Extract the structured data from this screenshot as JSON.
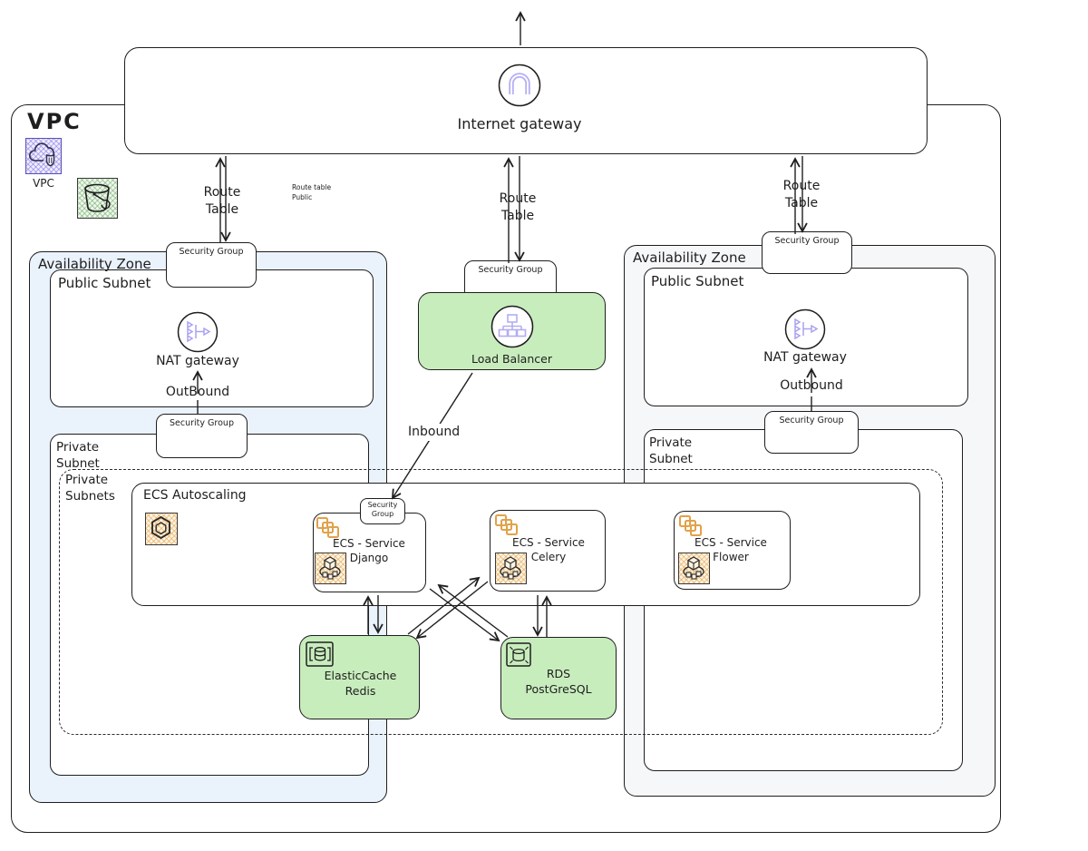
{
  "colors": {
    "line": "#1e1e1e",
    "green_node": "#c8edbd",
    "blue_zone": "#eaf2fc",
    "gray_zone": "#f6f7f9",
    "purple_icon": "#a9a2f0",
    "orange_icon": "#e2a149"
  },
  "icons": {
    "vpc": "cloud-shield-icon",
    "bucket": "s3-bucket-icon",
    "internet_gateway": "gateway-arch-icon",
    "nat_gateway": "nat-router-icon",
    "load_balancer": "load-balancer-tree-icon",
    "ecs_cluster": "ecs-hexagon-icon",
    "ecs_copies": "stacked-squares-icon",
    "ecs_service": "container-service-icon",
    "redis": "cache-database-icon",
    "rds": "relational-database-icon"
  },
  "vpc": {
    "title": "VPC",
    "icon_caption": "VPC"
  },
  "internet_gateway": {
    "label": "Internet gateway"
  },
  "route_table": {
    "line1": "Route",
    "line2": "Table"
  },
  "route_note": {
    "line1": "Route table",
    "line2": "Public"
  },
  "security_group": {
    "label": "Security Group",
    "line1": "Security",
    "line2": "Group"
  },
  "zone_left": {
    "label": "Availability Zone",
    "public_subnet": "Public Subnet",
    "nat_gateway": "NAT gateway",
    "outbound": "OutBound",
    "private_line1": "Private",
    "private_line2": "Subnet"
  },
  "zone_right": {
    "label": "Availability Zone",
    "public_subnet": "Public Subnet",
    "nat_gateway": "NAT gateway",
    "outbound": "Outbound",
    "private_line1": "Private",
    "private_line2": "Subnet"
  },
  "load_balancer": {
    "label": "Load Balancer"
  },
  "flows": {
    "inbound": "Inbound"
  },
  "private_subnets": {
    "line1": "Private",
    "line2": "Subnets"
  },
  "ecs": {
    "autoscaling": "ECS Autoscaling",
    "django": {
      "line1": "ECS - Service",
      "line2": "Django"
    },
    "celery": {
      "line1": "ECS - Service",
      "line2": "Celery"
    },
    "flower": {
      "line1": "ECS - Service",
      "line2": "Flower"
    }
  },
  "datastores": {
    "redis": {
      "line1": "ElasticCache",
      "line2": "Redis"
    },
    "rds": {
      "line1": "RDS",
      "line2": "PostGreSQL"
    }
  }
}
